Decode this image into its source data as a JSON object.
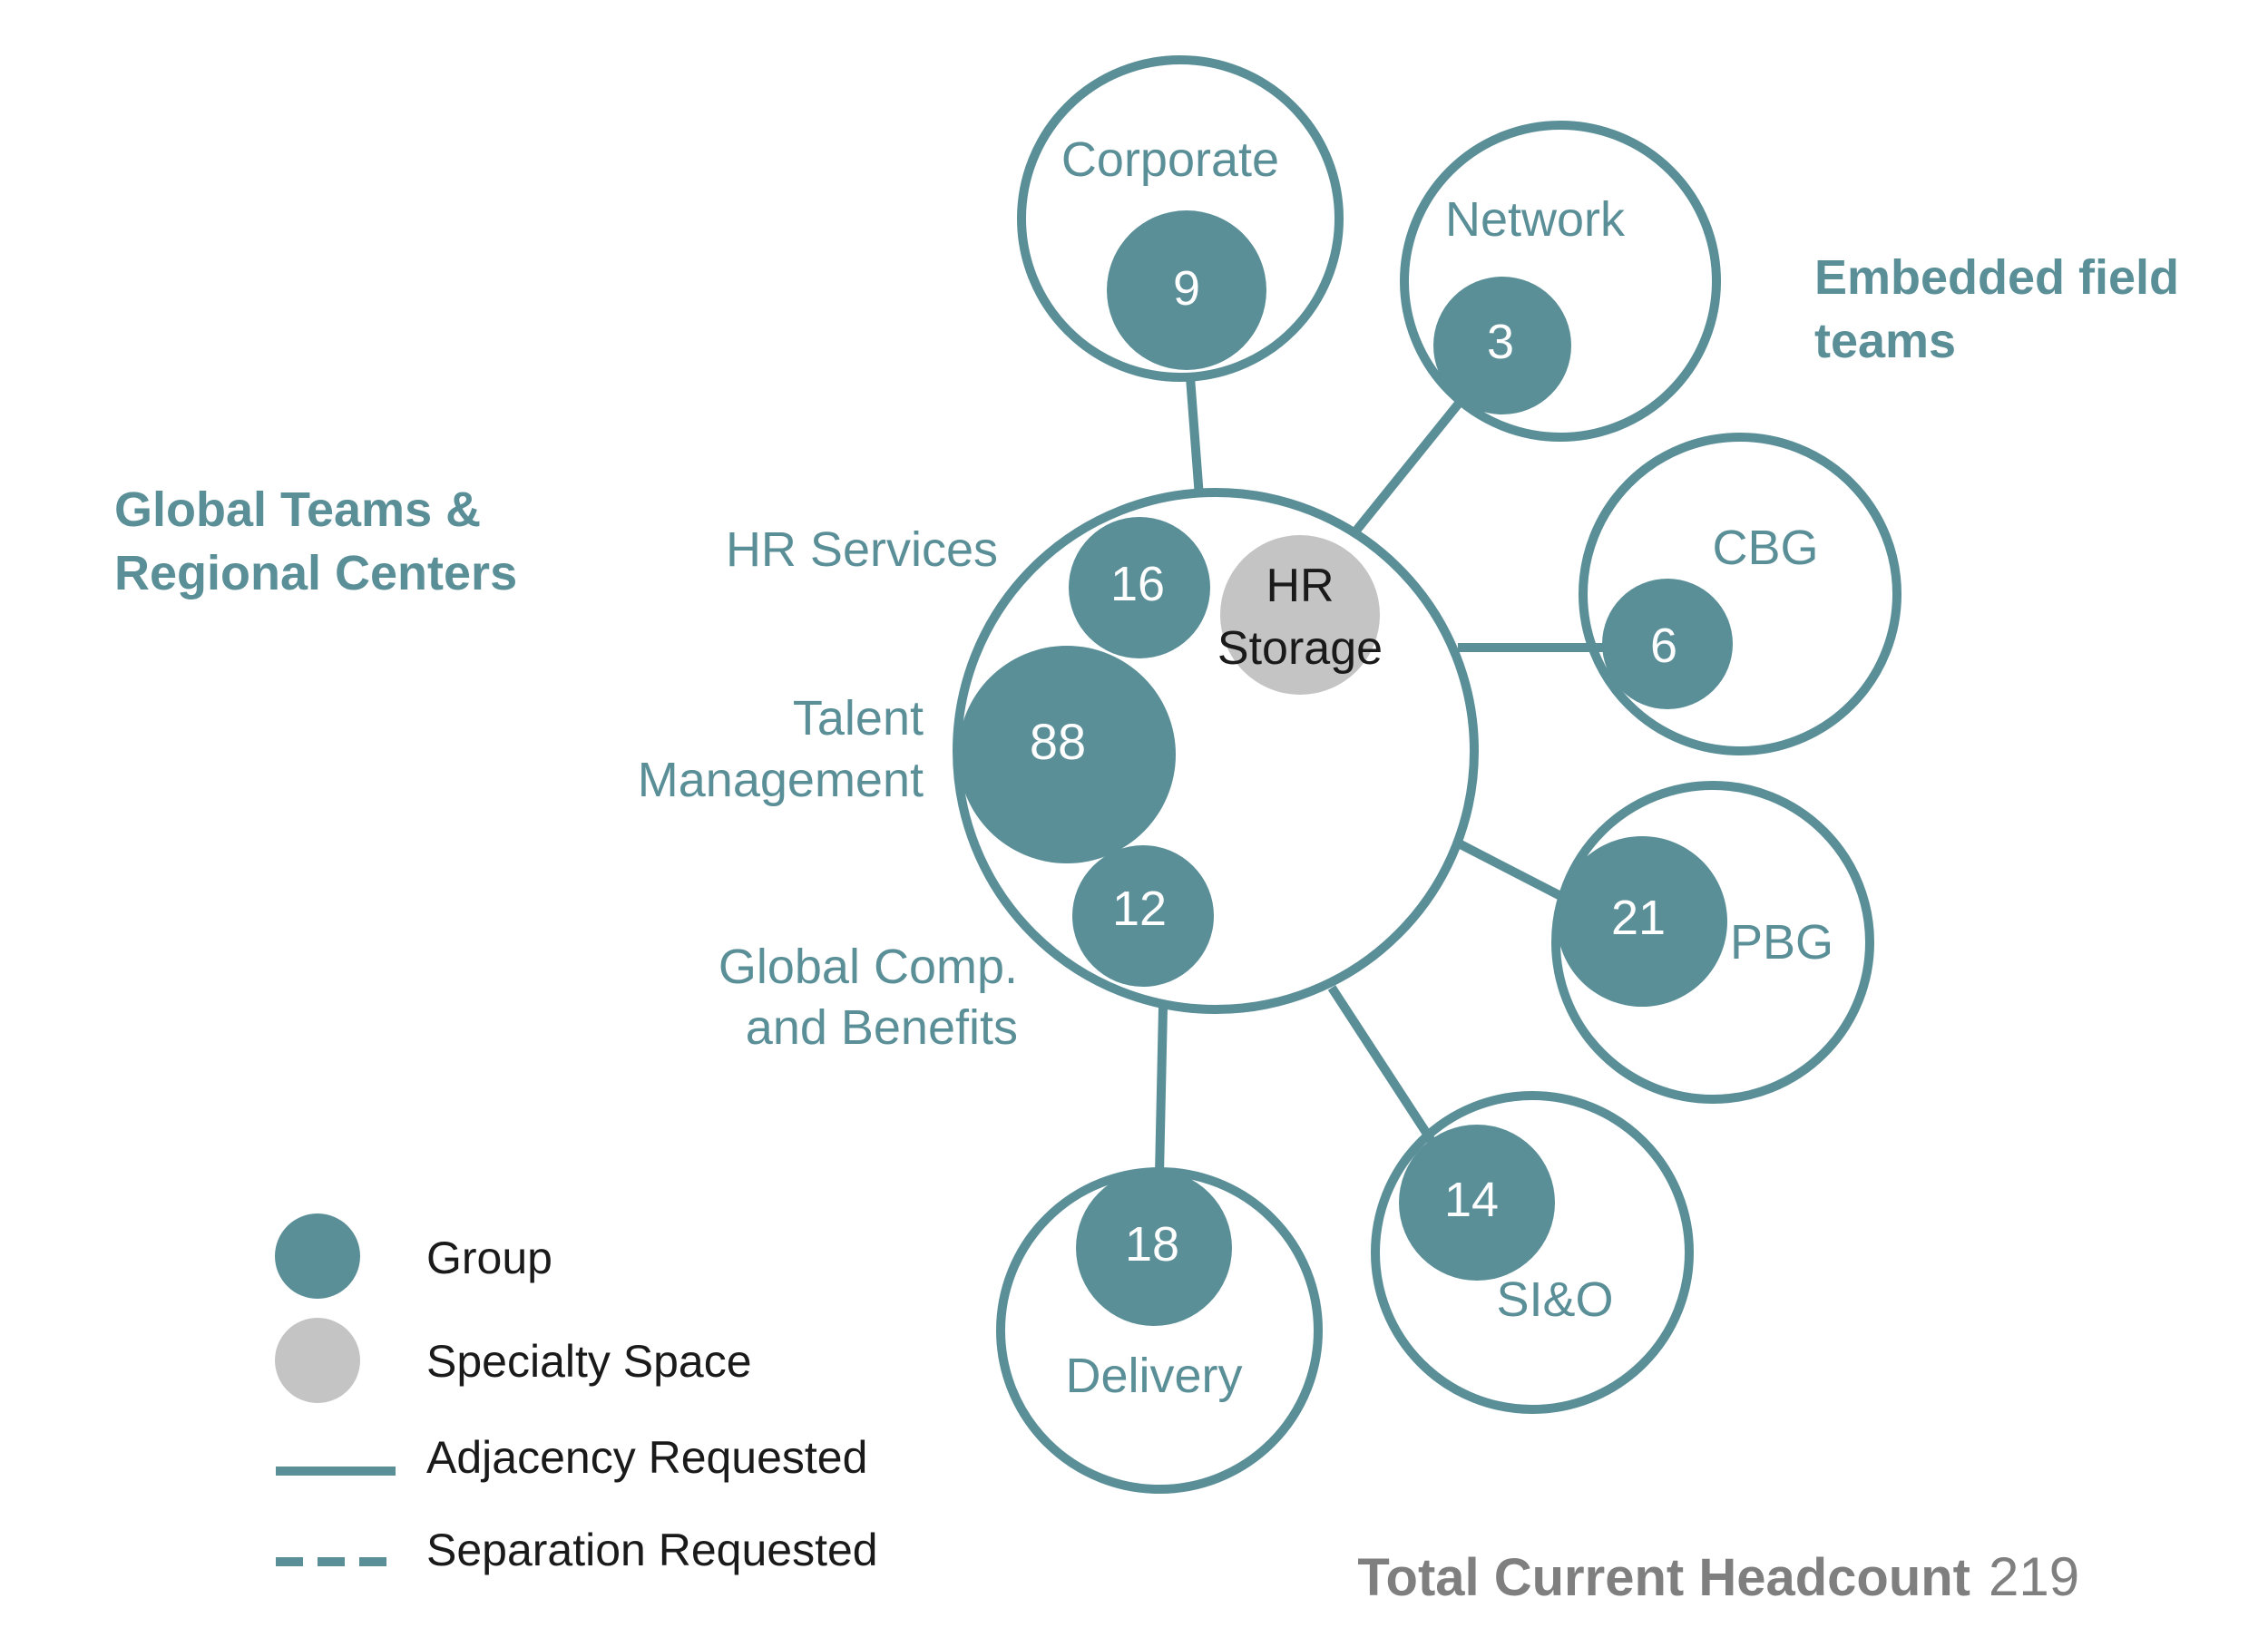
{
  "colors": {
    "teal": "#5a8f98",
    "grey": "#c4c4c4",
    "total_grey": "#7f7f7f"
  },
  "headings": {
    "global": [
      "Global Teams &",
      "Regional Centers"
    ],
    "embedded": [
      "Embedded field",
      "teams"
    ]
  },
  "central": {
    "groups": [
      {
        "name": [
          "HR Services"
        ],
        "count": "16"
      },
      {
        "name": [
          "Talent",
          "Management"
        ],
        "count": "88"
      },
      {
        "name": [
          "Global Comp.",
          "and Benefits"
        ],
        "count": "12"
      }
    ],
    "specialty": [
      "HR",
      "Storage"
    ]
  },
  "satellites": [
    {
      "name": "Corporate",
      "count": "9"
    },
    {
      "name": "Network",
      "count": "3"
    },
    {
      "name": "CBG",
      "count": "6"
    },
    {
      "name": "PBG",
      "count": "21"
    },
    {
      "name": "SI&O",
      "count": "14"
    },
    {
      "name": "Delivery",
      "count": "18"
    }
  ],
  "legend": [
    {
      "icon": "group-circle",
      "label": "Group"
    },
    {
      "icon": "specialty-circle",
      "label": "Specialty Space"
    },
    {
      "icon": "solid-line",
      "label": "Adjacency Requested"
    },
    {
      "icon": "dashed-line",
      "label": "Separation Requested"
    }
  ],
  "total": {
    "label": "Total Current Headcount",
    "value": "219"
  }
}
